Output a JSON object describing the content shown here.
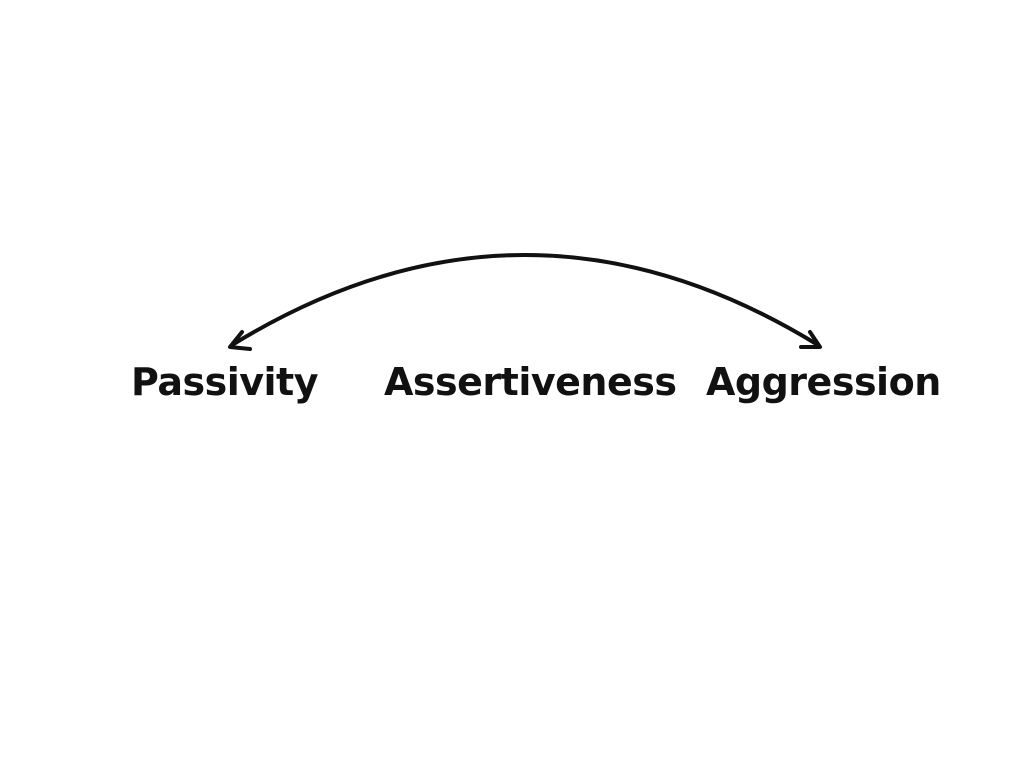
{
  "diagram": {
    "labels": {
      "passivity": "Passivity",
      "assertiveness": "Assertiveness",
      "aggression": "Aggression"
    },
    "arrow": {
      "style": "double-headed curved arc",
      "from": "Passivity",
      "to": "Aggression",
      "color": "#111111"
    }
  }
}
